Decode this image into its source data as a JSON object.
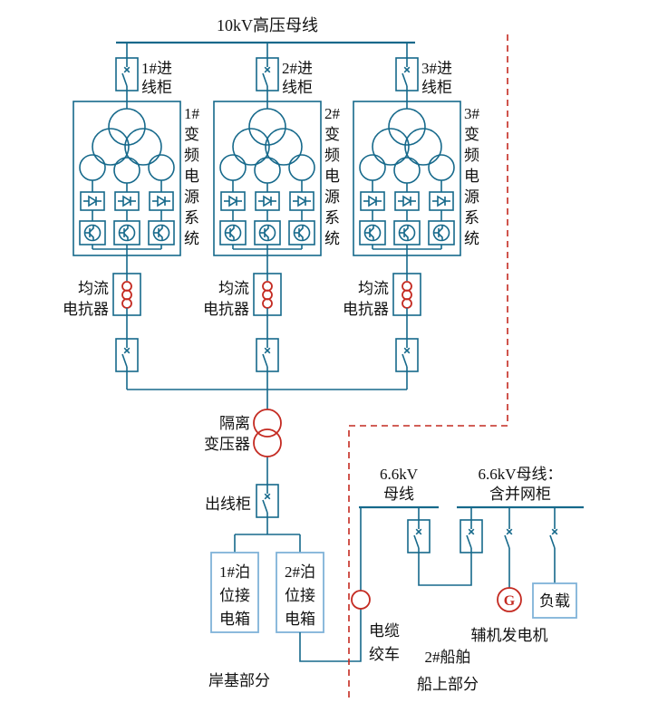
{
  "colors": {
    "wire_blue": "#16698b",
    "accent_red": "#c42a21",
    "light_blue_box": "#7fb2d9"
  },
  "diagram": {
    "top_bus_label": "10kV高压母线",
    "incoming_cabinets": [
      {
        "lines": [
          "1#进",
          "线柜"
        ]
      },
      {
        "lines": [
          "2#进",
          "线柜"
        ]
      },
      {
        "lines": [
          "3#进",
          "线柜"
        ]
      }
    ],
    "vfd_systems": [
      {
        "lines": [
          "1#",
          "变",
          "频",
          "电",
          "源",
          "系",
          "统"
        ]
      },
      {
        "lines": [
          "2#",
          "变",
          "频",
          "电",
          "源",
          "系",
          "统"
        ]
      },
      {
        "lines": [
          "3#",
          "变",
          "频",
          "电",
          "源",
          "系",
          "统"
        ]
      }
    ],
    "reactors": [
      {
        "lines": [
          "均流",
          "电抗器"
        ]
      },
      {
        "lines": [
          "均流",
          "电抗器"
        ]
      },
      {
        "lines": [
          "均流",
          "电抗器"
        ]
      }
    ],
    "isolation_transformer": {
      "lines": [
        "隔离",
        "变压器"
      ]
    },
    "outgoing_cabinet_label": "出线柜",
    "berth_boxes": [
      {
        "lines": [
          "1#泊",
          "位接",
          "电箱"
        ]
      },
      {
        "lines": [
          "2#泊",
          "位接",
          "电箱"
        ]
      }
    ],
    "ship_bus_1": {
      "lines": [
        "6.6kV",
        "母线"
      ]
    },
    "ship_bus_2": {
      "lines": [
        "6.6kV母线：",
        "含并网柜"
      ]
    },
    "cable_winch": {
      "lines": [
        "电缆",
        "绞车"
      ]
    },
    "generator": {
      "symbol": "G",
      "label": "辅机发电机"
    },
    "load_label": "负载",
    "ship_name": "2#船舶",
    "shore_section_label": "岸基部分",
    "ship_section_label": "船上部分"
  }
}
